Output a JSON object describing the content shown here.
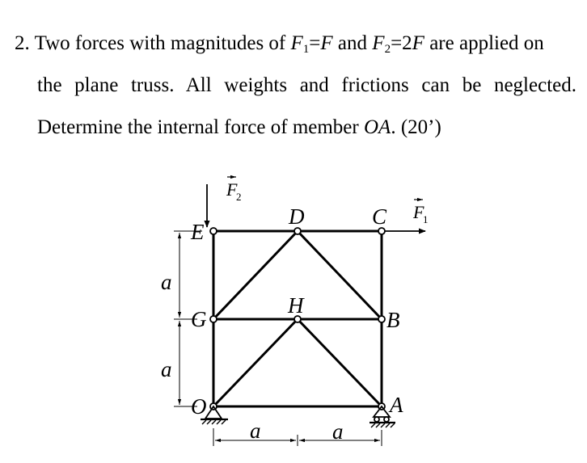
{
  "problem": {
    "number": "2.",
    "line1": [
      {
        "t": "Two forces with magnitudes of ",
        "i": false
      },
      {
        "t": "F",
        "i": true
      },
      {
        "t": "1",
        "sub": true
      },
      {
        "t": "=",
        "i": false
      },
      {
        "t": "F",
        "i": true
      },
      {
        "t": " and ",
        "i": false
      },
      {
        "t": "F",
        "i": true
      },
      {
        "t": "2",
        "sub": true
      },
      {
        "t": "=2",
        "i": false
      },
      {
        "t": "F",
        "i": true
      },
      {
        "t": " are applied on",
        "i": false
      }
    ],
    "line2": "the plane truss. All weights and frictions can be neglected.",
    "line3_before": "Determine the internal force of member ",
    "line3_member": "OA",
    "line3_after": ". (20’)"
  },
  "figure": {
    "nodes": {
      "E": "E",
      "D": "D",
      "C": "C",
      "G": "G",
      "H": "H",
      "B": "B",
      "O": "O",
      "A": "A"
    },
    "forces": {
      "f1_letter": "F",
      "f1_sub": "1",
      "f2_letter": "F",
      "f2_sub": "2"
    },
    "dimensions": {
      "left_upper": "a",
      "left_lower": "a",
      "bottom_left": "a",
      "bottom_right": "a"
    }
  }
}
